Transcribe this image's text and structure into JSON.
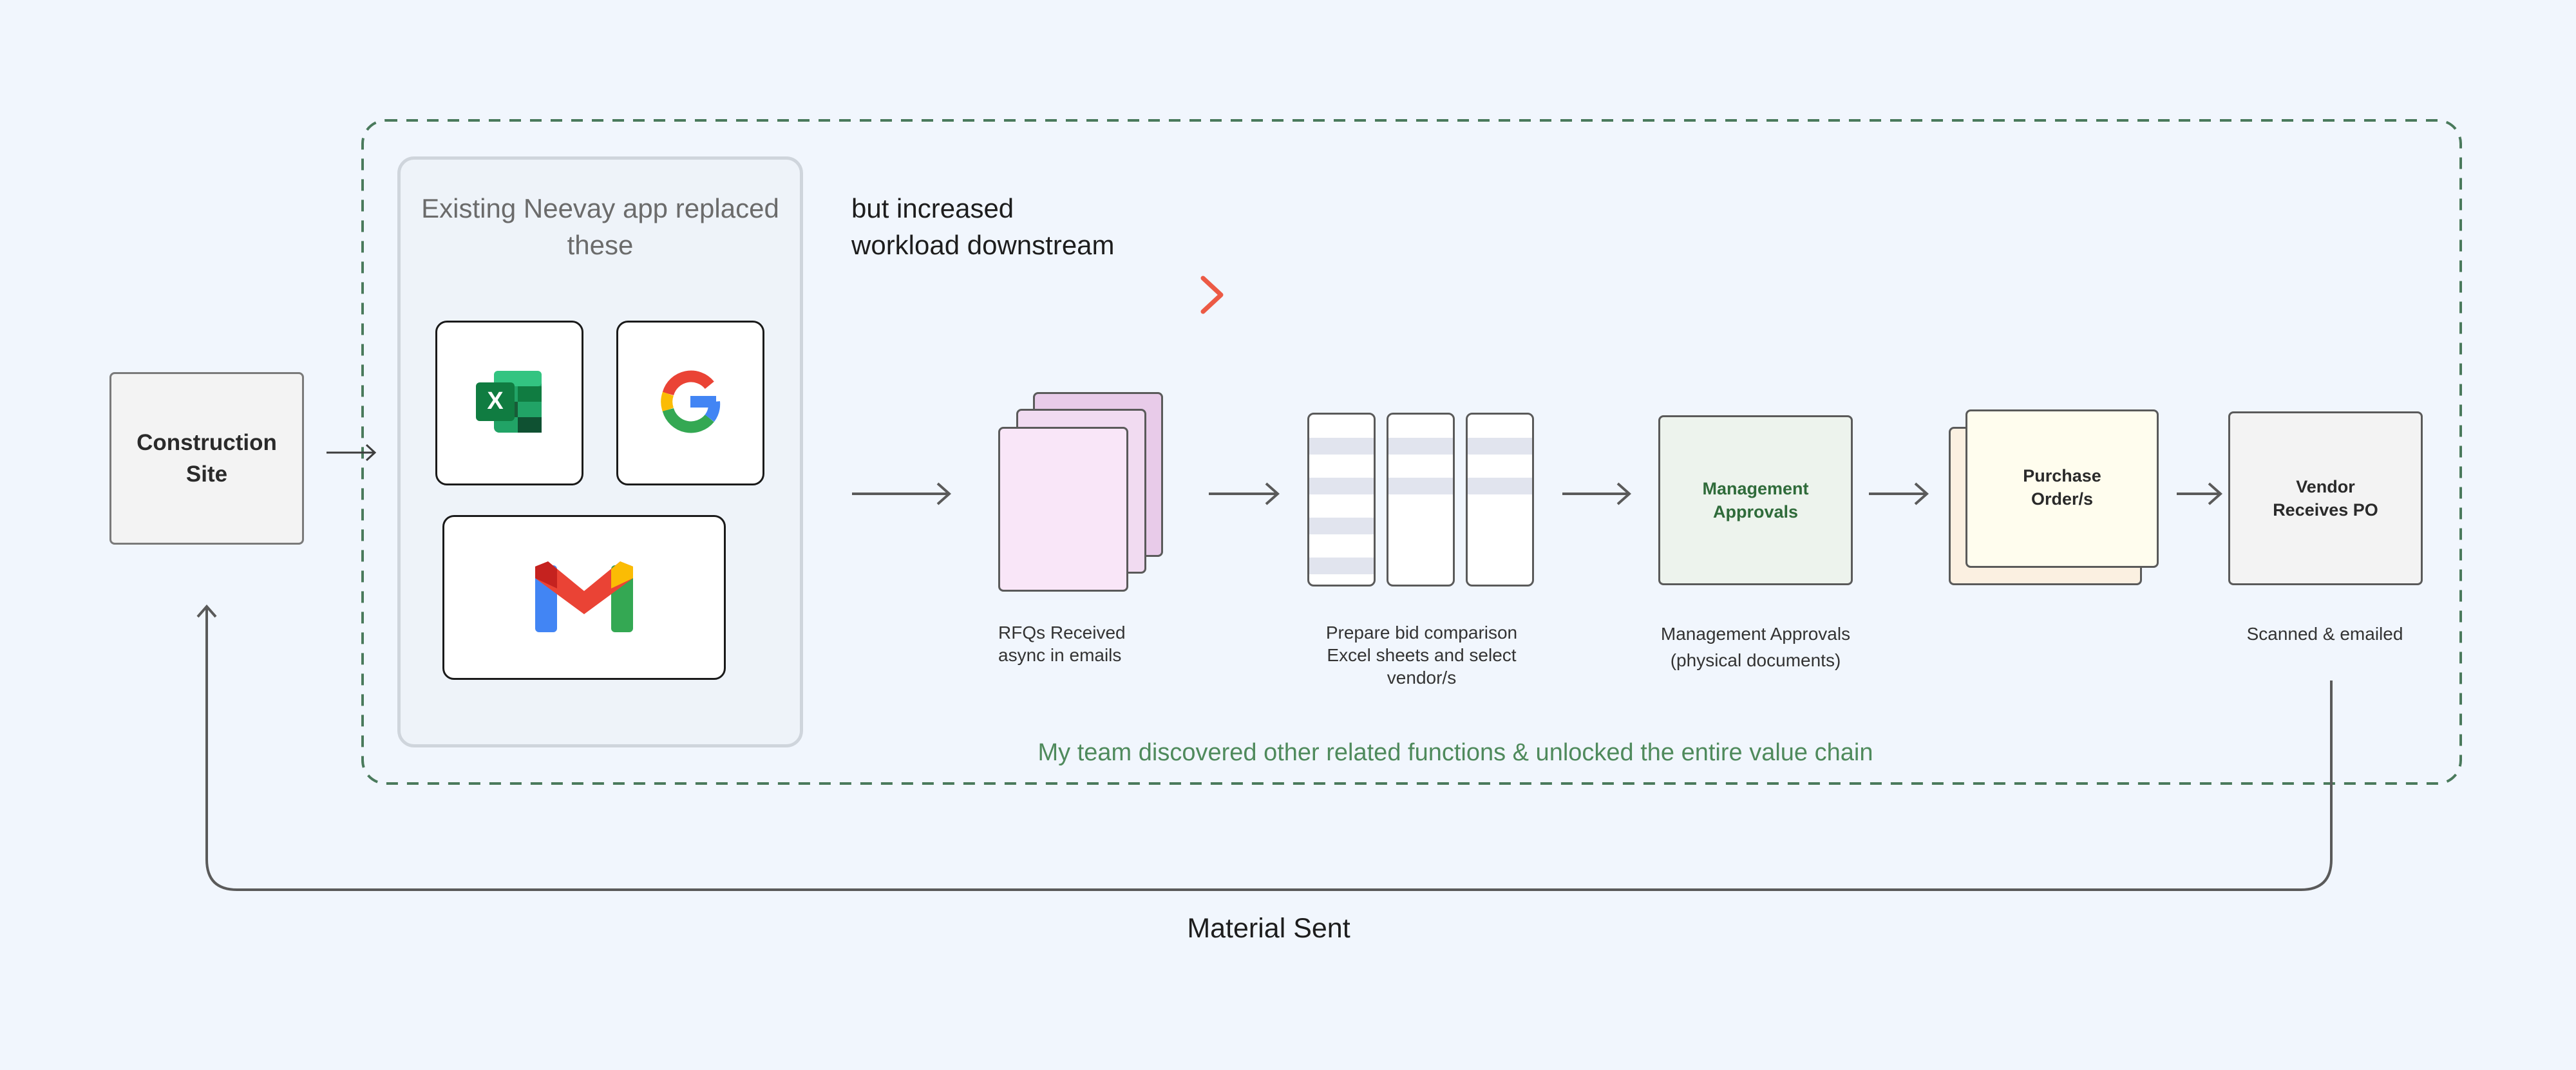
{
  "construction_site": {
    "label": "Construction Site"
  },
  "replaced_apps": {
    "title": "Existing Neevay app replaced these",
    "apps": [
      {
        "name": "Excel",
        "icon": "excel-icon"
      },
      {
        "name": "Google",
        "icon": "google-icon"
      },
      {
        "name": "Gmail",
        "icon": "gmail-icon"
      }
    ]
  },
  "workload_note": {
    "line1": "but increased",
    "line2": "workload downstream"
  },
  "steps": {
    "rfq": {
      "caption_line1": "RFQs Received",
      "caption_line2": "async in emails"
    },
    "bid": {
      "caption_line1": "Prepare bid comparison",
      "caption_line2": "Excel sheets and select",
      "caption_line3": "vendor/s"
    },
    "approval": {
      "box_line1": "Management",
      "box_line2": "Approvals",
      "caption_line1": "Management Approvals",
      "caption_line2": "(physical documents)"
    },
    "purchase_order": {
      "box_line1": "Purchase",
      "box_line2": "Order/s"
    },
    "vendor": {
      "box_line1": "Vendor",
      "box_line2": "Receives PO",
      "caption": "Scanned & emailed"
    }
  },
  "team_note": "My team discovered other related functions & unlocked the entire value chain",
  "loop_label": "Material Sent",
  "colors": {
    "background": "#f1f6fd",
    "dashed_border": "#4a7a5c",
    "gradient_arrow": "#ec5a45",
    "rfq_doc": "#f9e6f8",
    "rfq_doc_back": "#e8cbe9",
    "approval_fill": "#edf3ed",
    "po_front": "#fffdee",
    "po_back": "#fbf0e1",
    "team_note_text": "#4f8a5c"
  }
}
